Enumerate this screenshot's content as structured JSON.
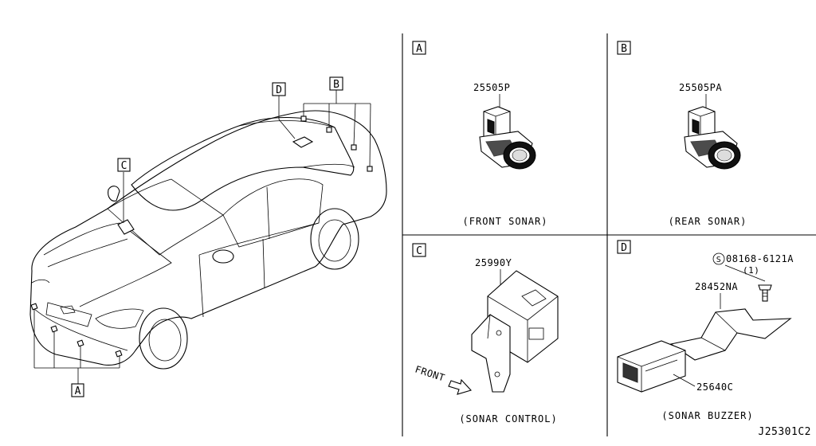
{
  "callouts": {
    "car_front_sonar": "A",
    "car_rear_sonar": "B",
    "car_sonar_control": "C",
    "car_sonar_buzzer": "D"
  },
  "panels": {
    "a": {
      "letter": "A",
      "part_number": "25505P",
      "caption": "(FRONT SONAR)"
    },
    "b": {
      "letter": "B",
      "part_number": "25505PA",
      "caption": "(REAR SONAR)"
    },
    "c": {
      "letter": "C",
      "part_number": "25990Y",
      "front_label": "FRONT",
      "caption": "(SONAR CONTROL)"
    },
    "d": {
      "letter": "D",
      "screw_symbol": "S",
      "screw_part_number": "08168-6121A",
      "screw_qty": "(1)",
      "bracket_part_number": "28452NA",
      "buzzer_part_number": "25640C",
      "caption": "(SONAR BUZZER)"
    }
  },
  "diagram_id": "J25301C2"
}
